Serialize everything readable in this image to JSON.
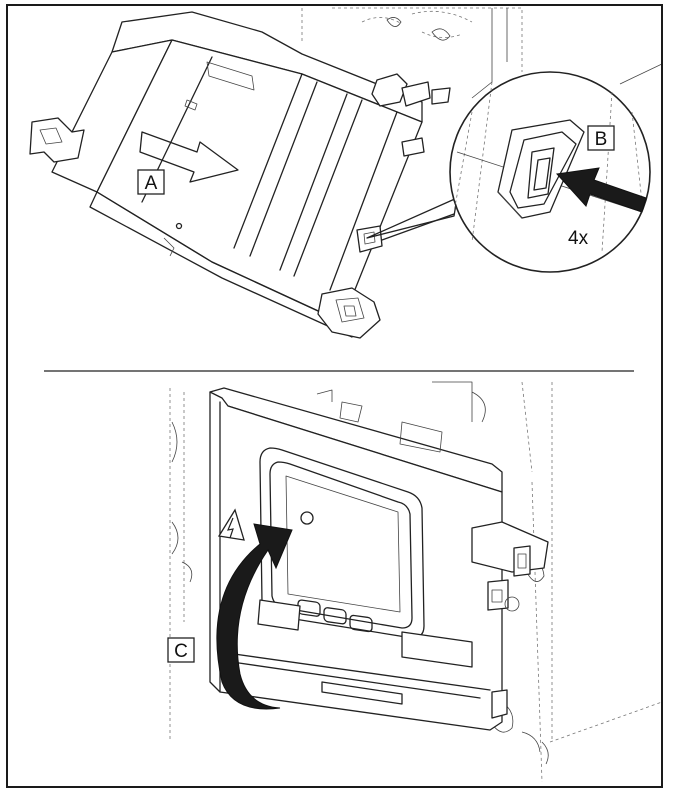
{
  "callouts": {
    "a": "A",
    "b": "B",
    "c": "C"
  },
  "quantity": "4x",
  "colors": {
    "line": "#222222",
    "arrow_fill": "#1a1a1a",
    "background": "#ffffff"
  },
  "icons": [
    "push-arrow-icon",
    "press-arrow-icon",
    "rotate-arrow-icon",
    "electrical-hazard-icon"
  ]
}
